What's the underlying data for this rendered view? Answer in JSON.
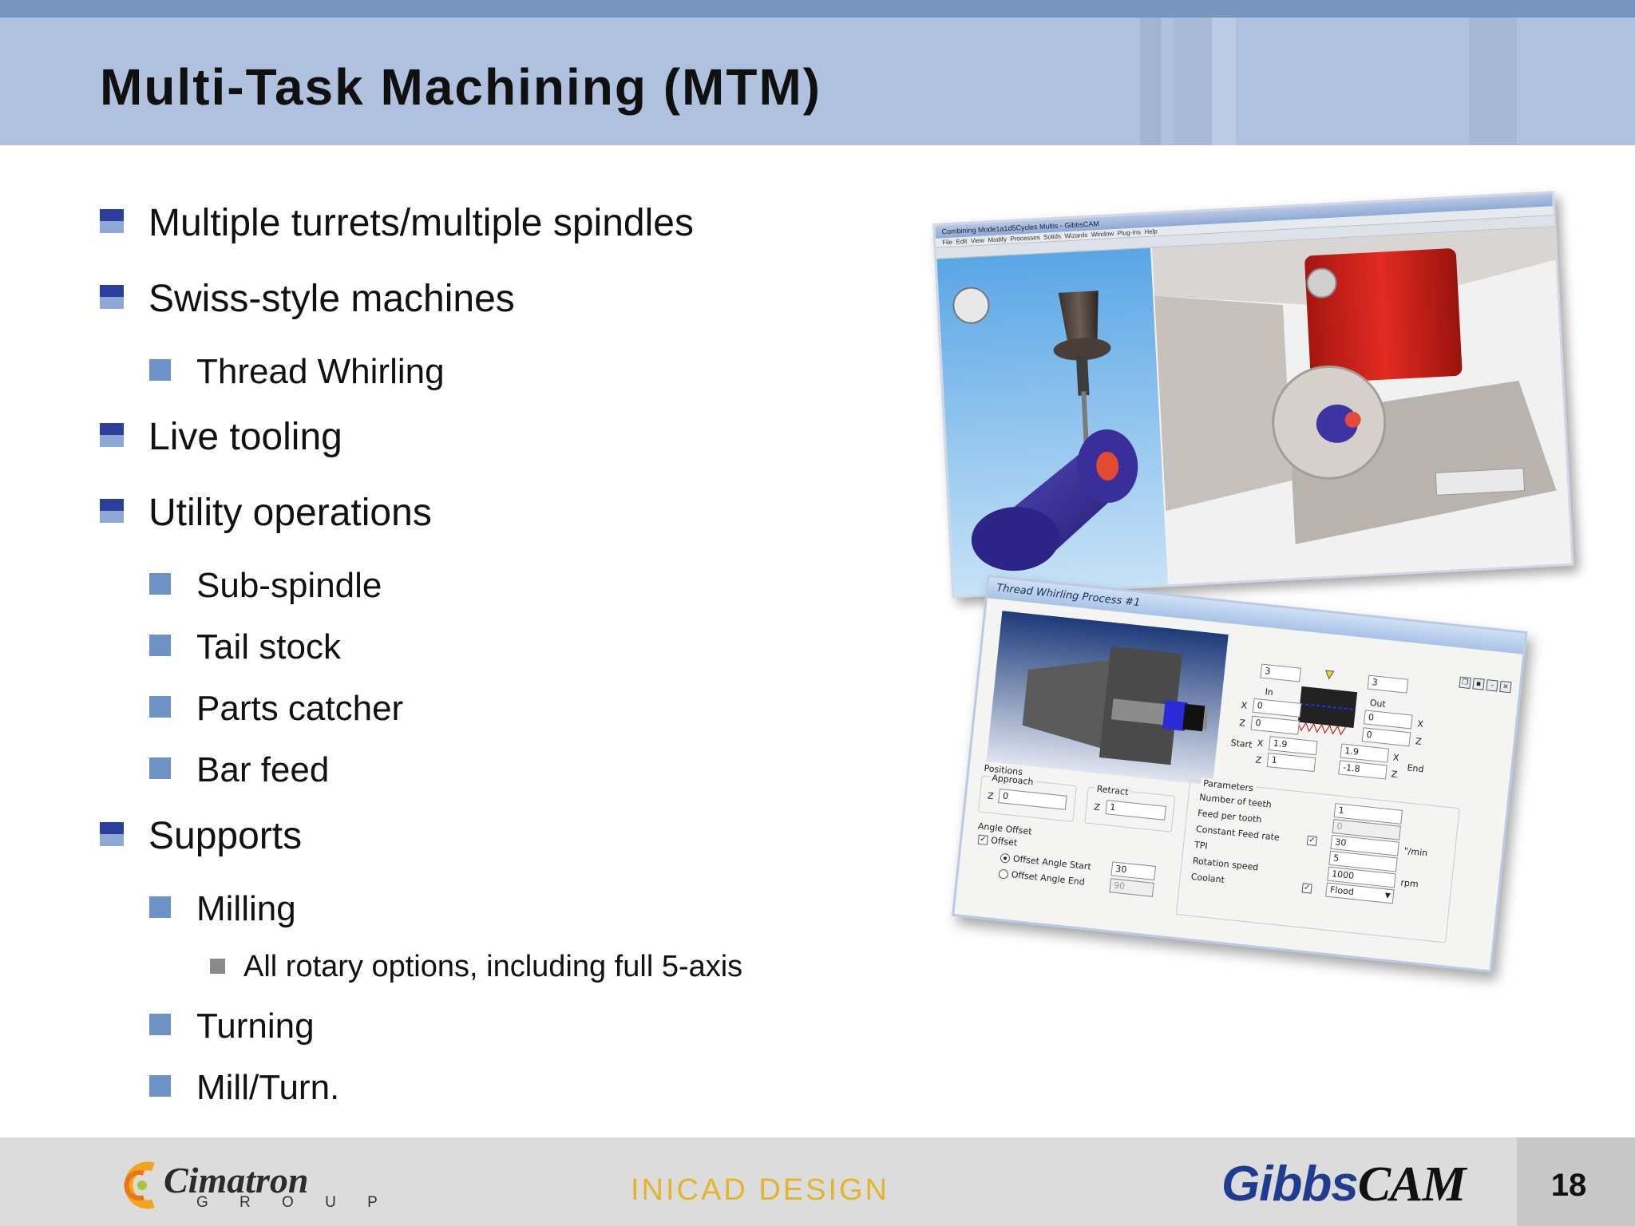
{
  "slide": {
    "title": "Multi-Task Machining (MTM)",
    "page_number": "18"
  },
  "bullets": [
    {
      "level": 1,
      "text": "Multiple turrets/multiple spindles"
    },
    {
      "level": 1,
      "text": "Swiss-style machines"
    },
    {
      "level": 2,
      "text": "Thread Whirling"
    },
    {
      "level": 1,
      "text": "Live tooling"
    },
    {
      "level": 1,
      "text": "Utility operations"
    },
    {
      "level": 2,
      "text": "Sub-spindle"
    },
    {
      "level": 2,
      "text": "Tail stock"
    },
    {
      "level": 2,
      "text": "Parts catcher"
    },
    {
      "level": 2,
      "text": "Bar feed"
    },
    {
      "level": 1,
      "text": "Supports"
    },
    {
      "level": 2,
      "text": "Milling"
    },
    {
      "level": 3,
      "text": "All rotary options, including full 5-axis"
    },
    {
      "level": 2,
      "text": "Turning"
    },
    {
      "level": 2,
      "text": "Mill/Turn."
    }
  ],
  "screenshot_main": {
    "titlebar": "Combining Mode1a1d5Cycles Multis - GibbsCAM",
    "menus": [
      "File",
      "Edit",
      "View",
      "Modify",
      "Processes",
      "Solids",
      "Wizards",
      "Window",
      "Plug-Ins",
      "Help"
    ],
    "render_colors": {
      "spindle_head": "#d2231c",
      "workpiece": "#3b2f8f",
      "background_left": "#6fb1e8",
      "background_right": "#f2f2f2"
    }
  },
  "dialog": {
    "title": "Thread Whirling Process #1",
    "fields": {
      "length_left": "3",
      "length_right": "3",
      "in_label": "In",
      "out_label": "Out",
      "in_x": "0",
      "in_z": "0",
      "out_x": "0",
      "out_z": "0",
      "start_label": "Start",
      "start_x": "1.9",
      "start_z": "1",
      "end_label": "End",
      "end_x": "1.9",
      "end_z": "-1.8",
      "x_label": "X",
      "z_label": "Z"
    },
    "positions": {
      "label": "Positions",
      "approach_label": "Approach",
      "approach_z": "0",
      "retract_label": "Retract",
      "retract_z": "1"
    },
    "angle_offset": {
      "label": "Angle Offset",
      "offset_label": "Offset",
      "offset_checked": true,
      "start_label": "Offset Angle Start",
      "start_value": "30",
      "start_selected": true,
      "end_label": "Offset Angle End",
      "end_value": "90"
    },
    "parameters": {
      "label": "Parameters",
      "number_of_teeth_label": "Number of teeth",
      "number_of_teeth": "1",
      "feed_per_tooth_label": "Feed per tooth",
      "feed_per_tooth": "0",
      "constant_feed_rate_label": "Constant Feed rate",
      "constant_feed_rate_checked": true,
      "constant_feed_rate": "30",
      "constant_feed_unit": "\"/min",
      "tpi_label": "TPI",
      "tpi": "5",
      "rotation_speed_label": "Rotation speed",
      "rotation_speed": "1000",
      "rotation_unit": "rpm",
      "coolant_label": "Coolant",
      "coolant_checked": true,
      "coolant": "Flood"
    }
  },
  "footer": {
    "left_logo_name": "Cimatron",
    "left_logo_sub": "G R O U P",
    "center_text": "INICAD DESIGN",
    "right_logo_part1": "Gibbs",
    "right_logo_part2": "CAM"
  },
  "colors": {
    "header_band": "#b0c1df",
    "header_strip": "#7895c0",
    "bullet_level1_top": "#2d3f9e",
    "bullet_level2": "#6f92c6",
    "bullet_level3": "#8a8a8a",
    "footer": "#dcdcdc",
    "inicad_text": "#e3b52a",
    "gibbs_blue": "#1f3c8f"
  }
}
